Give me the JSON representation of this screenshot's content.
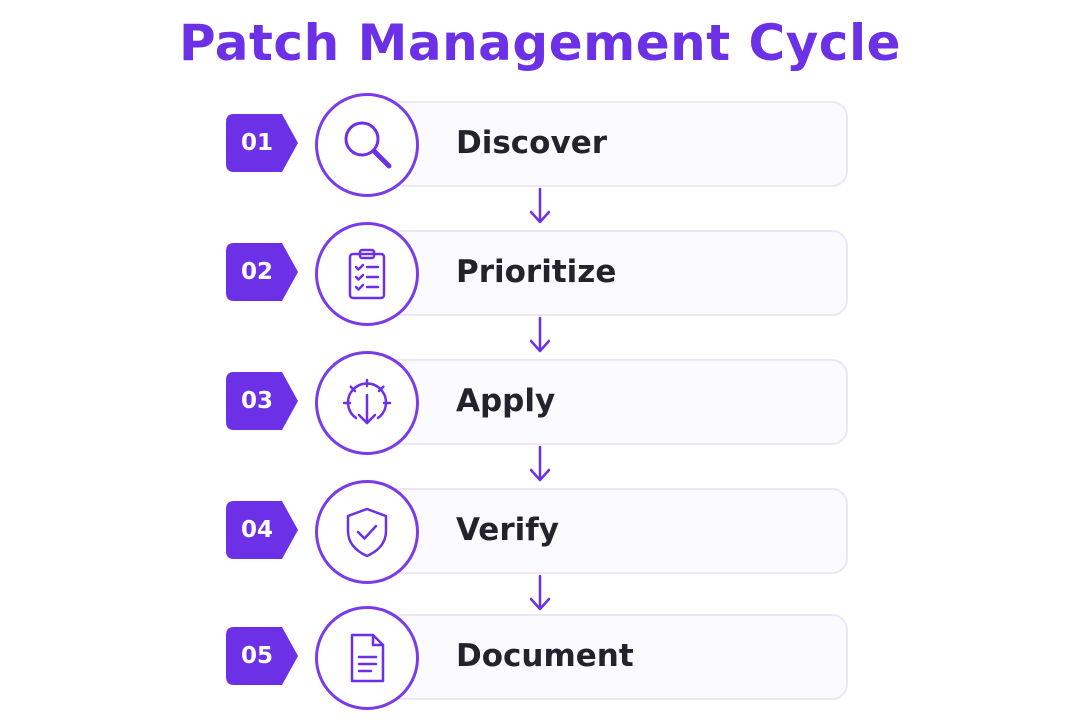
{
  "title": "Patch Management Cycle",
  "accent_color": "#6c31e6",
  "steps": [
    {
      "number": "01",
      "label": "Discover",
      "icon": "magnifying-glass-icon"
    },
    {
      "number": "02",
      "label": "Prioritize",
      "icon": "clipboard-checklist-icon"
    },
    {
      "number": "03",
      "label": "Apply",
      "icon": "gear-download-icon"
    },
    {
      "number": "04",
      "label": "Verify",
      "icon": "shield-check-icon"
    },
    {
      "number": "05",
      "label": "Document",
      "icon": "document-icon"
    }
  ]
}
